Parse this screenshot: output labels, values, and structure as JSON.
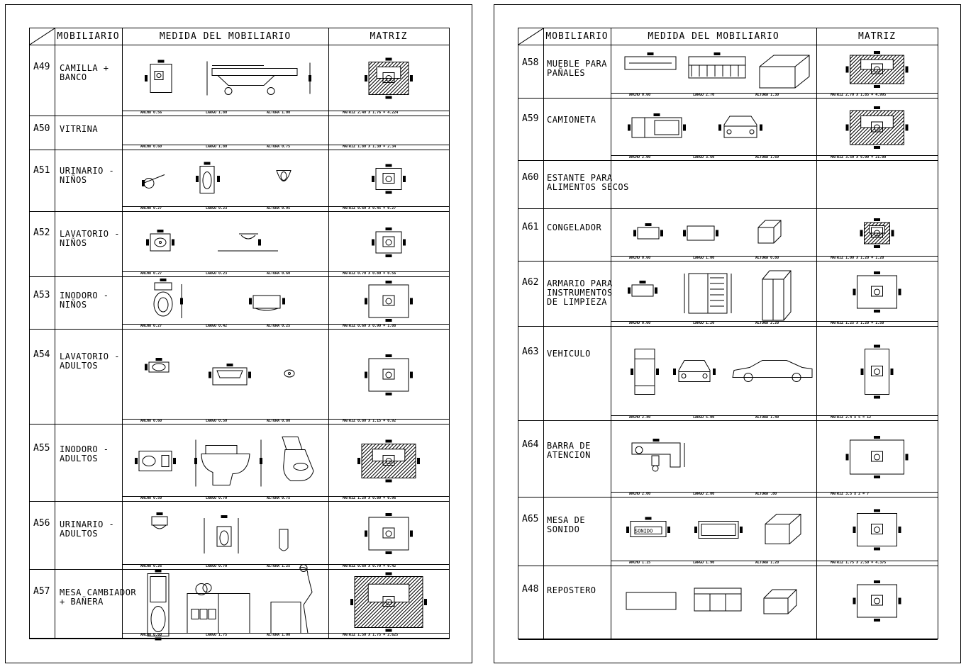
{
  "headers": {
    "mobiliario": "MOBILIARIO",
    "medida": "MEDIDA DEL MOBILIARIO",
    "matriz": "MATRIZ"
  },
  "left_rows": [
    {
      "code": "A49",
      "name": "CAMILLA +\nBANCO",
      "ancho": "ANCHO 0.56",
      "largo": "LARGO 1.80",
      "altura": "ALTURA 1.00",
      "matriz": "MATRIZ 2.40 X 1.76 = 4.224"
    },
    {
      "code": "A50",
      "name": "VITRINA",
      "ancho": "ANCHO 0.60",
      "largo": "LARGO 1.80",
      "altura": "ALTURA 0.75",
      "matriz": "MATRIZ 1.80 X 1.30 = 2.34"
    },
    {
      "code": "A51",
      "name": "URINARIO -\nNIÑOS",
      "ancho": "ANCHO 0.27",
      "largo": "LARGO 0.23",
      "altura": "ALTURA 0.95",
      "matriz": "MATRIZ 0.60 X 0.45 = 0.27"
    },
    {
      "code": "A52",
      "name": "LAVATORIO -\nNIÑOS",
      "ancho": "ANCHO 0.27",
      "largo": "LARGO 0.23",
      "altura": "ALTURA 0.60",
      "matriz": "MATRIZ 0.70 X 0.80 = 0.56"
    },
    {
      "code": "A53",
      "name": "INODORO -\nNIÑOS",
      "ancho": "ANCHO 0.27",
      "largo": "LARGO 0.42",
      "altura": "ALTURA 0.25",
      "matriz": "MATRIZ 0.60 X 0.90 = 1.08"
    },
    {
      "code": "A54",
      "name": "LAVATORIO -\nADULTOS",
      "ancho": "ANCHO 0.60",
      "largo": "LARGO 0.50",
      "altura": "ALTURA 0.80",
      "matriz": "MATRIZ 0.80 X 1.15 = 0.92"
    },
    {
      "code": "A55",
      "name": "INODORO -\nADULTOS",
      "ancho": "ANCHO 0.50",
      "largo": "LARGO 0.70",
      "altura": "ALTURA 0.75",
      "matriz": "MATRIZ 1.20 X 0.80 = 0.96"
    },
    {
      "code": "A56",
      "name": "URINARIO -\nADULTOS",
      "ancho": "ANCHO 0.26",
      "largo": "LARGO 0.70",
      "altura": "ALTURA 1.25",
      "matriz": "MATRIZ 0.60 X 0.70 = 0.42"
    },
    {
      "code": "A57",
      "name": "MESA CAMBIADOR\n+ BAÑERA",
      "ancho": "ANCHO 0.60",
      "largo": "LARGO 1.75",
      "altura": "ALTURA 1.00",
      "matriz": "MATRIZ 1.50 X 1.75 = 2.625"
    }
  ],
  "right_rows": [
    {
      "code": "A58",
      "name": "MUEBLE PARA\nPAÑALES",
      "ancho": "ANCHO 0.60",
      "largo": "LARGO 2.70",
      "altura": "ALTURA 1.30",
      "matriz": "MATRIZ 2.70 X 1.85 = 4.995"
    },
    {
      "code": "A59",
      "name": "CAMIONETA",
      "ancho": "ANCHO 2.00",
      "largo": "LARGO 3.60",
      "altura": "ALTURA 1.69",
      "matriz": "MATRIZ 3.50 X 6.00 = 21.00"
    },
    {
      "code": "A60",
      "name": "ESTANTE PARA\nALIMENTOS SECOS",
      "ancho": "",
      "largo": "",
      "altura": "",
      "matriz": ""
    },
    {
      "code": "A61",
      "name": "CONGELADOR",
      "ancho": "ANCHO 0.60",
      "largo": "LARGO 1.00",
      "altura": "ALTURA 0.80",
      "matriz": "MATRIZ 1.00 X 1.20 = 1.20"
    },
    {
      "code": "A62",
      "name": "ARMARIO PARA\nINSTRUMENTOS\nDE LIMPIEZA",
      "ancho": "ANCHO 0.60",
      "largo": "LARGO 1.20",
      "altura": "ALTURA 2.20",
      "matriz": "MATRIZ 1.25 X 1.20 = 1.50"
    },
    {
      "code": "A63",
      "name": "VEHICULO",
      "ancho": "ANCHO 2.40",
      "largo": "LARGO 5.00",
      "altura": "ALTURA 1.40",
      "matriz": "MATRIZ 2.4 X 5 = 12"
    },
    {
      "code": "A64",
      "name": "BARRA DE\nATENCION",
      "ancho": "ANCHO 2.00",
      "largo": "LARGO 2.00",
      "altura": "ALTURA .80",
      "matriz": "MATRIZ 3.5 X 2 = 7"
    },
    {
      "code": "A65",
      "name": "MESA DE\nSONIDO",
      "ancho": "ANCHO 1.15",
      "largo": "LARGO 1.90",
      "altura": "ALTURA 1.20",
      "matriz": "MATRIZ 1.75 X 2.50 = 4.375"
    },
    {
      "code": "A48",
      "name": "REPOSTERO",
      "ancho": "",
      "largo": "",
      "altura": "",
      "matriz": ""
    }
  ],
  "drawing_labels": {
    "sonido": "SONIDO"
  }
}
